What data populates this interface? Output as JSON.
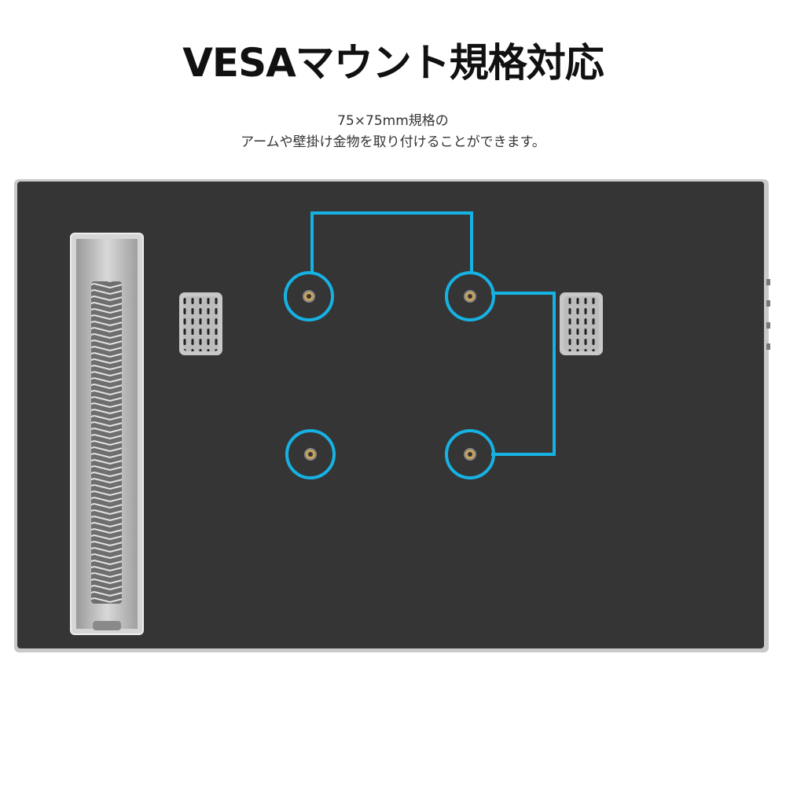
{
  "header": {
    "title": "VESAマウント規格対応",
    "subtitle_line1": "75×75mm規格の",
    "subtitle_line2": "アームや壁掛け金物を取り付けることができます。"
  },
  "colors": {
    "accent": "#16b2e3",
    "panel": "#353535",
    "frame": "#c8c8c8"
  }
}
